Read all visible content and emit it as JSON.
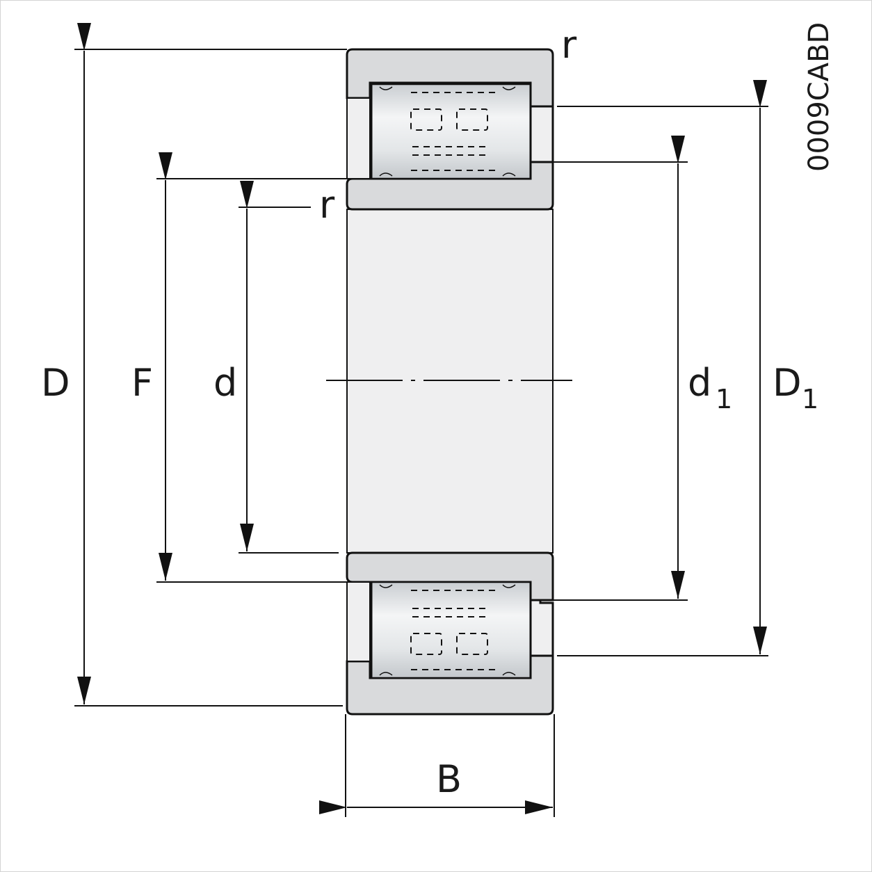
{
  "drawing_code": "0009CABD",
  "labels": {
    "D": "D",
    "F": "F",
    "d": "d",
    "d1_main": "d",
    "d1_sub": "1",
    "D1_main": "D",
    "D1_sub": "1",
    "B": "B",
    "r_top": "r",
    "r_inner": "r"
  },
  "colors": {
    "ring_fill": "#d9dadc",
    "bore_fill": "#efeff0",
    "roller_fill": "#e6e8ea",
    "line": "#111111"
  }
}
